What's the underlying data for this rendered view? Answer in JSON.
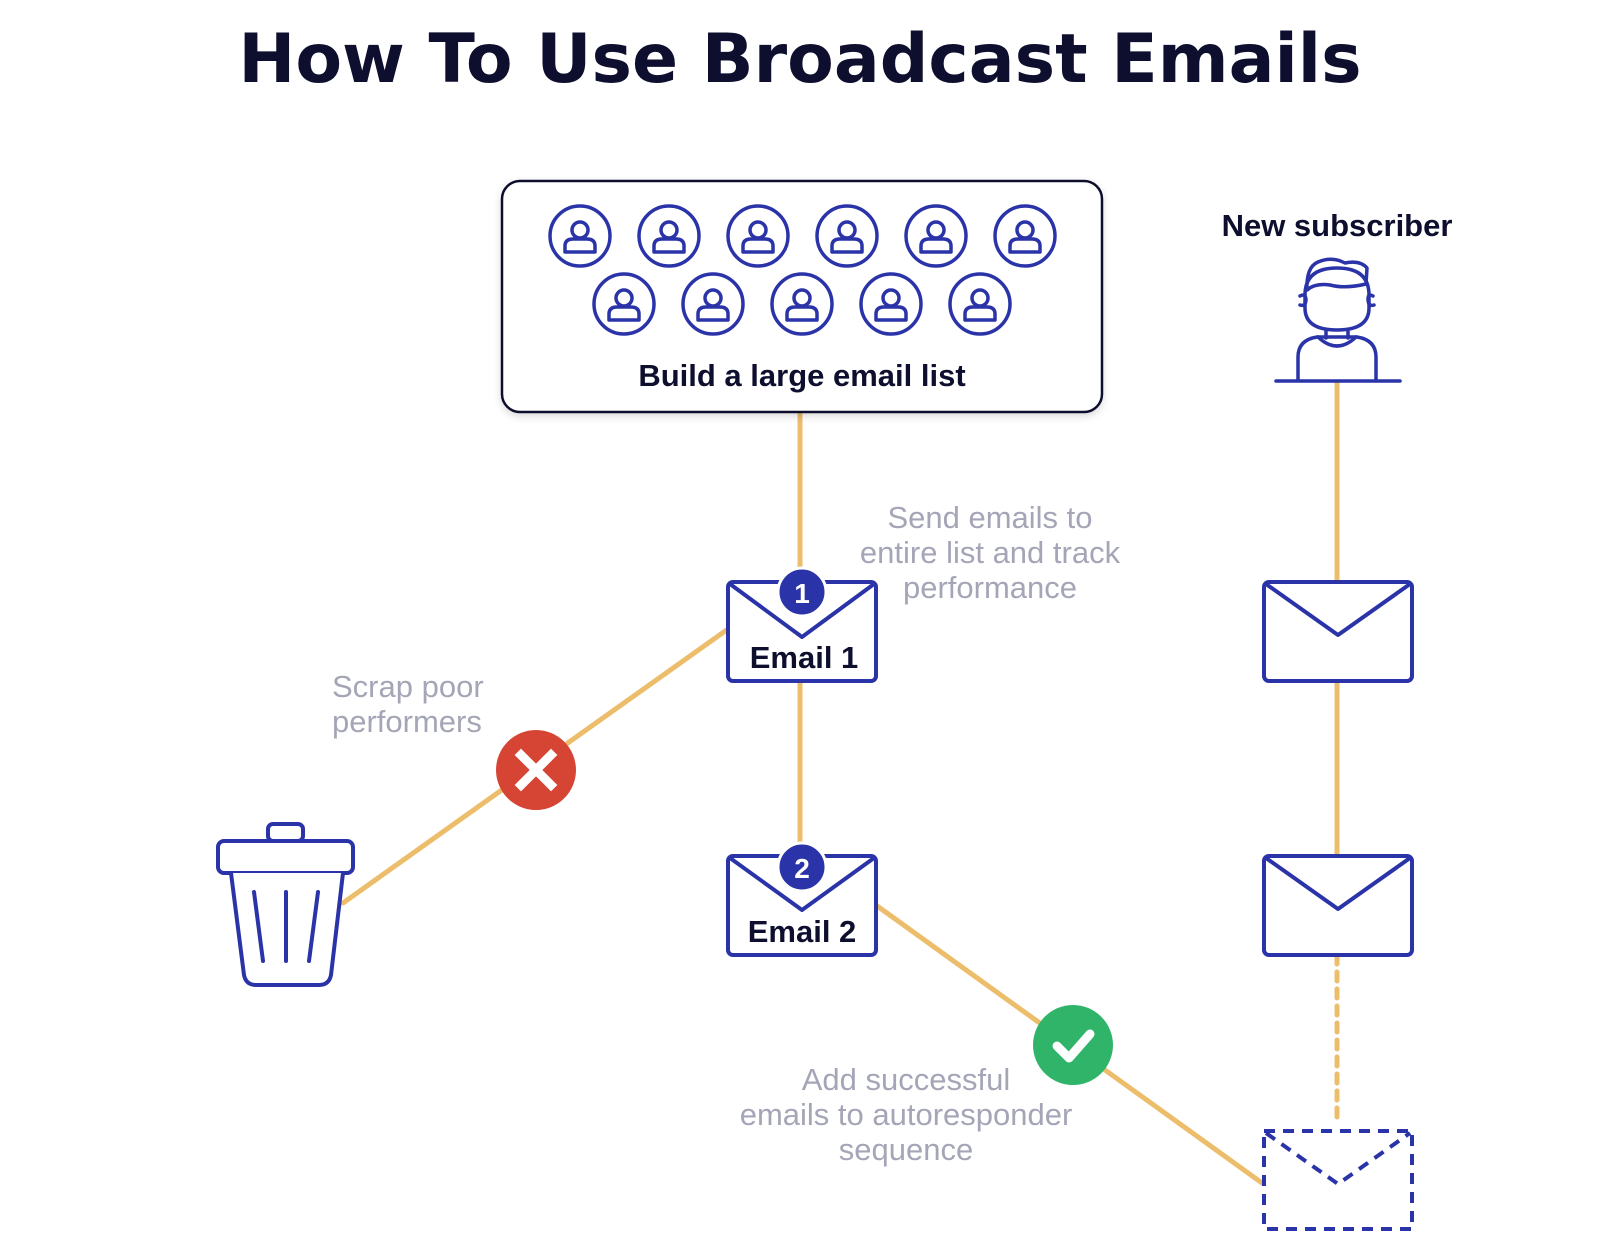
{
  "title": "How To Use Broadcast Emails",
  "list_box": {
    "label": "Build a large email list",
    "row1_count": 6,
    "row2_count": 5
  },
  "new_subscriber": {
    "label": "New subscriber"
  },
  "send_note": {
    "lines": [
      "Send emails to",
      "entire list and track",
      "performance"
    ]
  },
  "scrap_note": {
    "lines": [
      "Scrap poor",
      "performers"
    ]
  },
  "add_note": {
    "lines": [
      "Add successful",
      "emails to autoresponder",
      "sequence"
    ]
  },
  "email1": {
    "label": "Email 1",
    "badge": "1"
  },
  "email2": {
    "label": "Email 2",
    "badge": "2"
  },
  "colors": {
    "title": "#0e0f2e",
    "icon_blue": "#2a33a8",
    "connector": "#ecbd6a",
    "fail_red": "#d64434",
    "success_green": "#2fb46a",
    "note_gray": "#a4a6b7"
  },
  "icons": [
    "user-icon",
    "person-icon",
    "envelope-icon",
    "trash-icon",
    "x-icon",
    "check-icon"
  ]
}
